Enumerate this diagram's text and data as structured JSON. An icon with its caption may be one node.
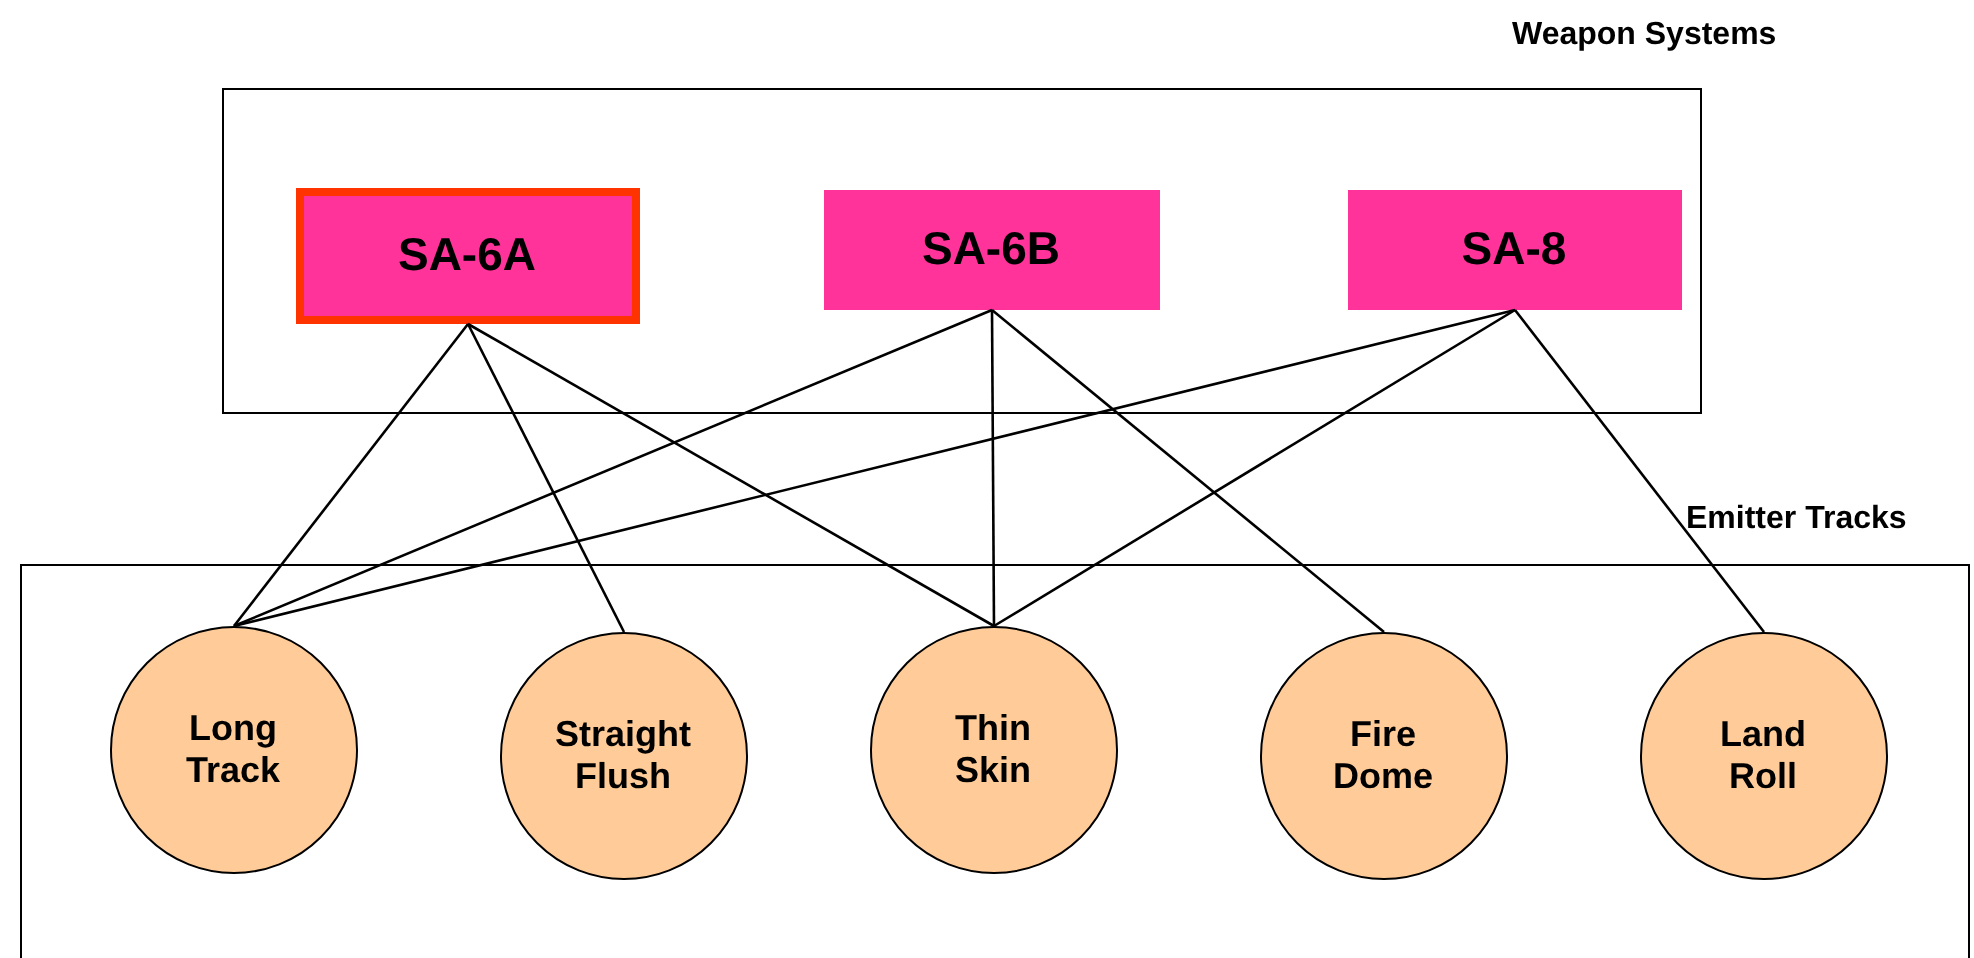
{
  "diagram": {
    "nodes": [
      {
        "text": [
          "Weapon Systems"
        ]
      },
      {
        "text": [
          "SA-6A"
        ],
        "in": 0
      },
      {
        "text": [
          "SA-6B"
        ],
        "in": 0
      },
      {
        "text": [
          "SA-8"
        ],
        "in": 0
      },
      {
        "text": [
          "Emitter Tracks"
        ]
      },
      {
        "text": [
          "Long Track"
        ],
        "in": 4
      },
      {
        "text": [
          "Straight Flush"
        ],
        "in": 4
      },
      {
        "text": [
          "Thin Skin"
        ],
        "in": 4
      },
      {
        "text": [
          "Fire Dome"
        ],
        "in": 4
      },
      {
        "text": [
          "Land Roll"
        ],
        "in": 4
      }
    ],
    "edges": [
      {
        "from": 1,
        "to": 5,
        "arrow": "none"
      },
      {
        "from": 1,
        "to": 6,
        "arrow": "none"
      },
      {
        "from": 1,
        "to": 7,
        "arrow": "none"
      },
      {
        "from": 2,
        "to": 5,
        "arrow": "none"
      },
      {
        "from": 2,
        "to": 7,
        "arrow": "none"
      },
      {
        "from": 2,
        "to": 8,
        "arrow": "none"
      },
      {
        "from": 3,
        "to": 5,
        "arrow": "none"
      },
      {
        "from": 3,
        "to": 7,
        "arrow": "none"
      },
      {
        "from": 3,
        "to": 9,
        "arrow": "none"
      }
    ]
  }
}
